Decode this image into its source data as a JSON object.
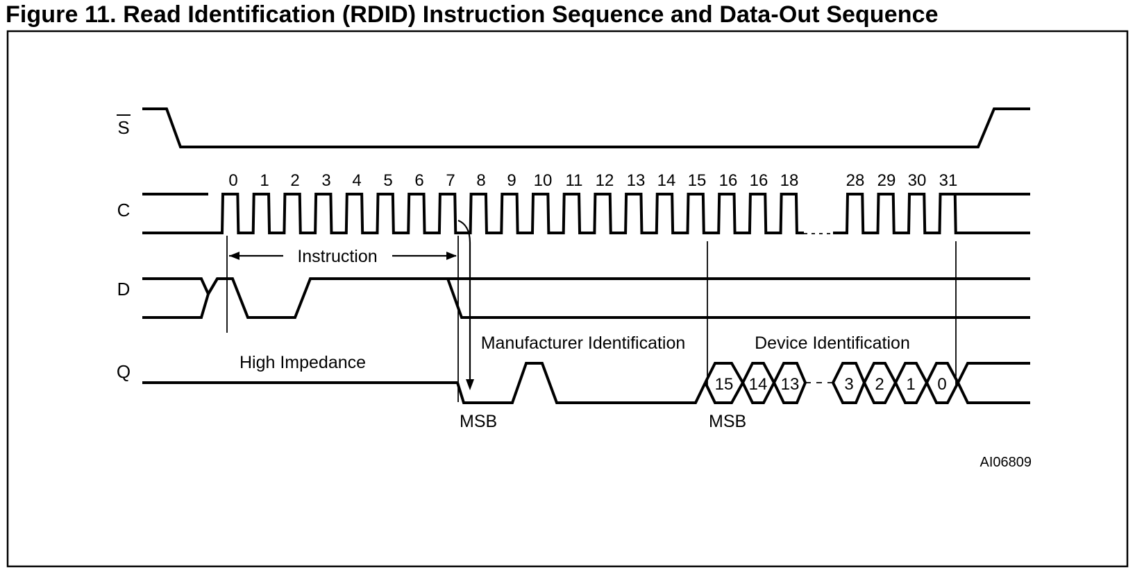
{
  "figure": {
    "title": "Figure 11. Read Identification (RDID) Instruction Sequence and Data-Out Sequence",
    "code": "AI06809"
  },
  "signals": {
    "s": "S",
    "c": "C",
    "d": "D",
    "q": "Q"
  },
  "clock_numbers": [
    "0",
    "1",
    "2",
    "3",
    "4",
    "5",
    "6",
    "7",
    "8",
    "9",
    "10",
    "11",
    "12",
    "13",
    "14",
    "15",
    "16",
    "16",
    "18",
    "28",
    "29",
    "30",
    "31"
  ],
  "labels": {
    "instruction": "Instruction",
    "high_impedance": "High Impedance",
    "manufacturer_id": "Manufacturer Identification",
    "device_id": "Device Identification",
    "msb_1": "MSB",
    "msb_2": "MSB"
  },
  "device_bits": [
    "15",
    "14",
    "13",
    "3",
    "2",
    "1",
    "0"
  ]
}
